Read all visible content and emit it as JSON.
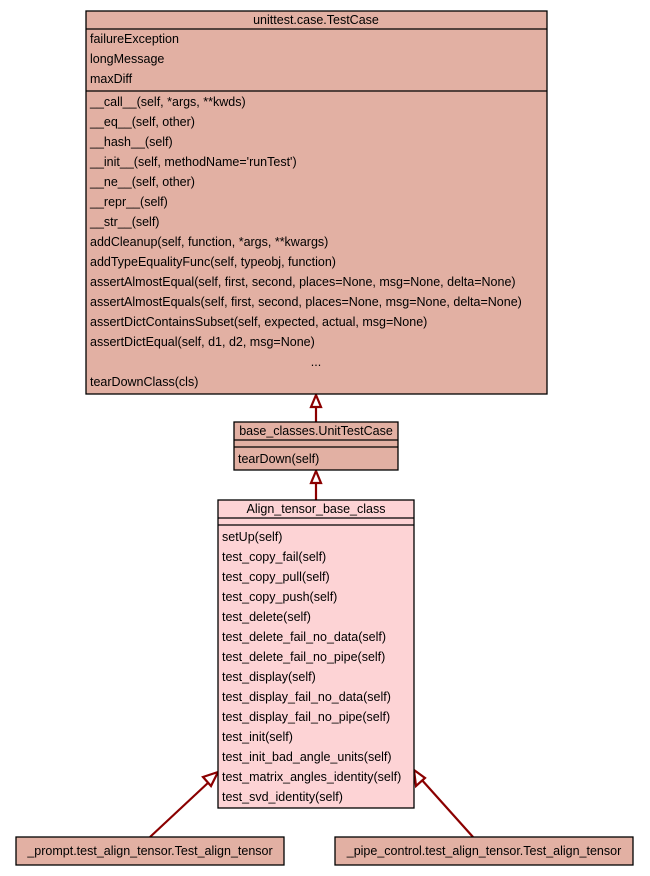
{
  "classes": {
    "testcase": {
      "title": "unittest.case.TestCase",
      "attributes": [
        "failureException",
        "longMessage",
        "maxDiff"
      ],
      "methods": [
        "__call__(self, *args, **kwds)",
        "__eq__(self, other)",
        "__hash__(self)",
        "__init__(self, methodName='runTest')",
        "__ne__(self, other)",
        "__repr__(self)",
        "__str__(self)",
        "addCleanup(self, function, *args, **kwargs)",
        "addTypeEqualityFunc(self, typeobj, function)",
        "assertAlmostEqual(self, first, second, places=None, msg=None, delta=None)",
        "assertAlmostEquals(self, first, second, places=None, msg=None, delta=None)",
        "assertDictContainsSubset(self, expected, actual, msg=None)",
        "assertDictEqual(self, d1, d2, msg=None)",
        "...",
        "tearDownClass(cls)"
      ]
    },
    "unittestcase": {
      "title": "base_classes.UnitTestCase",
      "methods": [
        "tearDown(self)"
      ]
    },
    "align": {
      "title": "Align_tensor_base_class",
      "methods": [
        "setUp(self)",
        "test_copy_fail(self)",
        "test_copy_pull(self)",
        "test_copy_push(self)",
        "test_delete(self)",
        "test_delete_fail_no_data(self)",
        "test_delete_fail_no_pipe(self)",
        "test_display(self)",
        "test_display_fail_no_data(self)",
        "test_display_fail_no_pipe(self)",
        "test_init(self)",
        "test_init_bad_angle_units(self)",
        "test_matrix_angles_identity(self)",
        "test_svd_identity(self)"
      ]
    },
    "prompt": {
      "title": "_prompt.test_align_tensor.Test_align_tensor"
    },
    "pipe": {
      "title": "_pipe_control.test_align_tensor.Test_align_tensor"
    }
  },
  "colors": {
    "base": "#e2b0a3",
    "highlight": "#fdd3d5",
    "edge": "#8b0000"
  }
}
